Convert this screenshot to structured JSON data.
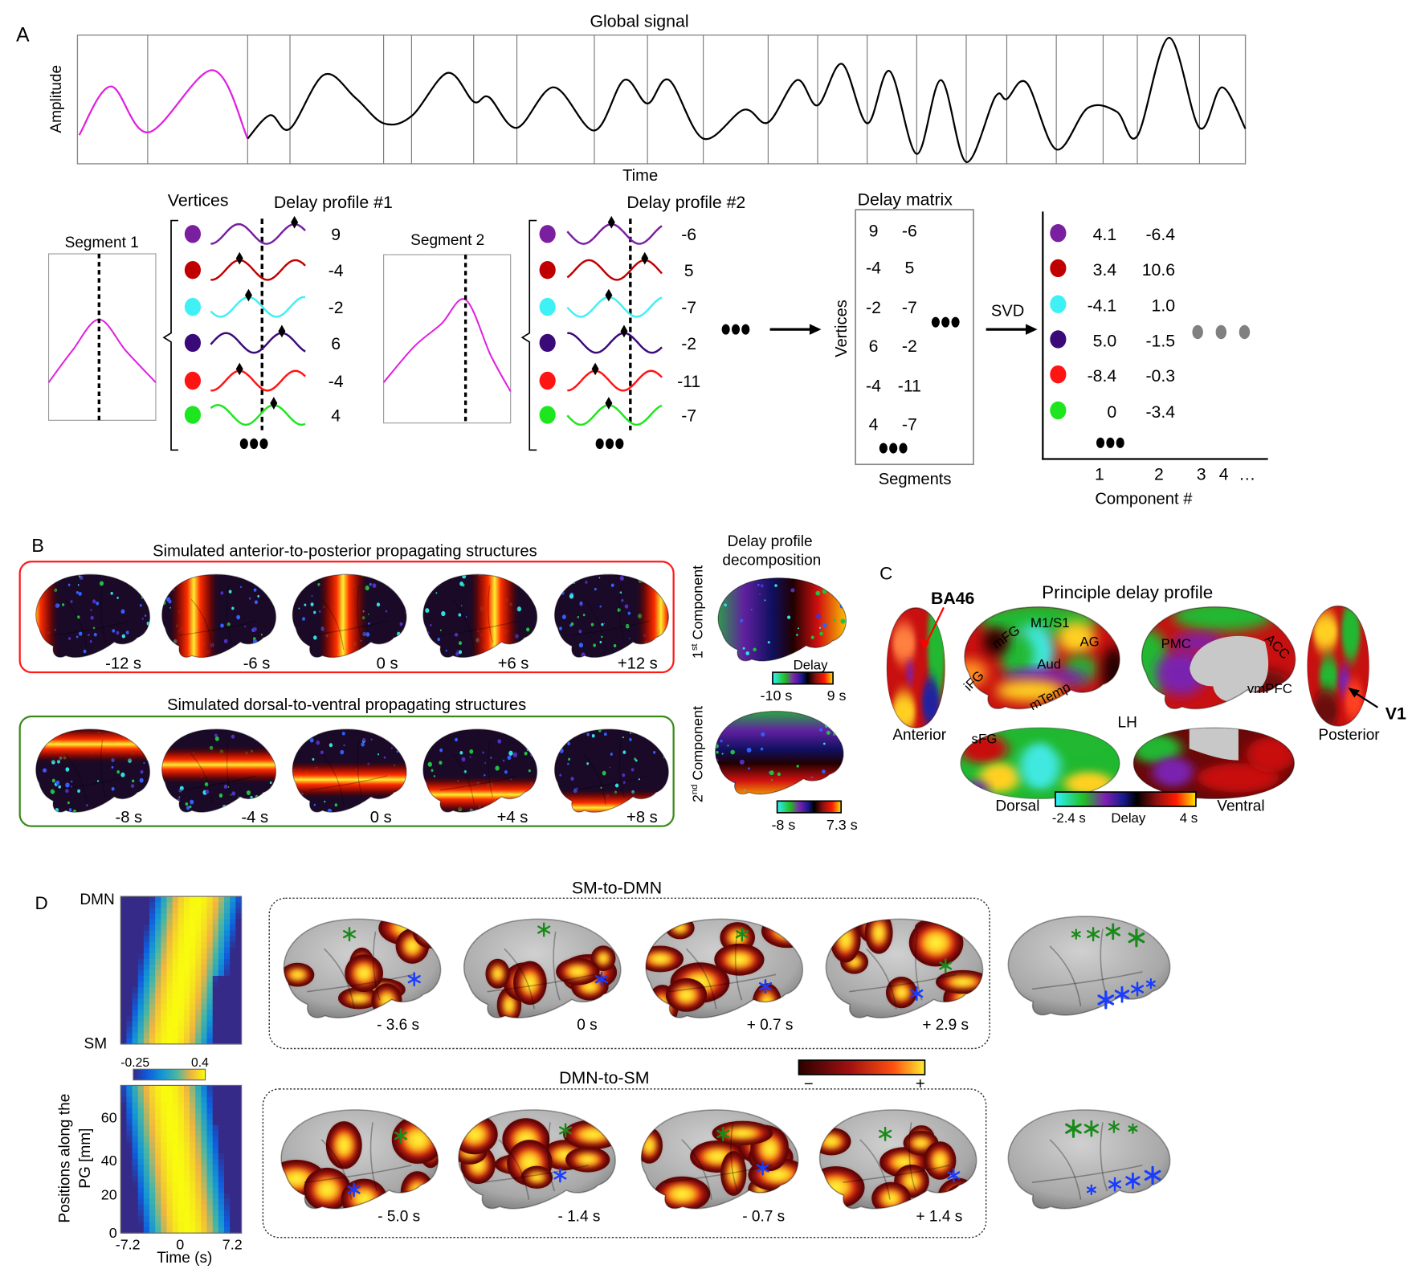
{
  "panel_labels": {
    "a": "A",
    "b": "B",
    "c": "C",
    "d": "D"
  },
  "panel_a": {
    "title": "Global signal",
    "ylabel": "Amplitude",
    "xlabel": "Time",
    "segment1": "Segment 1",
    "segment2": "Segment 2",
    "vertices": "Vertices",
    "profile1": "Delay profile #1",
    "profile2": "Delay profile #2",
    "profile1_values": [
      "9",
      "-4",
      "-2",
      "6",
      "-4",
      "4"
    ],
    "profile2_values": [
      "-6",
      "5",
      "-7",
      "-2",
      "-11",
      "-7"
    ],
    "vertex_colors": [
      "#7a1fa0",
      "#c00000",
      "#3ff0f5",
      "#3a0a78",
      "#ff1414",
      "#1ee61e"
    ],
    "signal_colors": {
      "segment": "#e020e0",
      "rest": "#000000"
    },
    "matrix_title": "Delay matrix",
    "matrix_rows": [
      [
        "9",
        "-6"
      ],
      [
        "-4",
        "5"
      ],
      [
        "-2",
        "-7"
      ],
      [
        "6",
        "-2"
      ],
      [
        "-4",
        "-11"
      ],
      [
        "4",
        "-7"
      ]
    ],
    "matrix_ylabel": "Vertices",
    "matrix_xlabel": "Segments",
    "svd": "SVD",
    "svd_rows": [
      [
        "4.1",
        "-6.4"
      ],
      [
        "3.4",
        "10.6"
      ],
      [
        "-4.1",
        "1.0"
      ],
      [
        "5.0",
        "-1.5"
      ],
      [
        "-8.4",
        "-0.3"
      ],
      [
        "0",
        "-3.4"
      ]
    ],
    "component_ticks": [
      "1",
      "2",
      "3",
      "4",
      "…"
    ],
    "component_label": "Component #"
  },
  "panel_b": {
    "title1": "Simulated anterior-to-posterior propagating structures",
    "times1": [
      "-12 s",
      "-6 s",
      "0 s",
      "+6 s",
      "+12 s"
    ],
    "title2": "Simulated dorsal-to-ventral propagating structures",
    "times2": [
      "-8 s",
      "-4 s",
      "0 s",
      "+4 s",
      "+8 s"
    ],
    "decomp_title": [
      "Delay profile",
      "decomposition"
    ],
    "comp1": {
      "num": "1",
      "sup": "st",
      "text": " Component"
    },
    "comp2": {
      "num": "2",
      "sup": "nd",
      "text": " Component"
    },
    "cb1": {
      "label": "Delay",
      "min": "-10 s",
      "max": "9 s"
    },
    "cb2": {
      "min": "-8 s",
      "max": "7.3 s"
    }
  },
  "panel_c": {
    "title": "Principle delay profile",
    "ba46": "BA46",
    "v1": "V1",
    "anterior": "Anterior",
    "posterior": "Posterior",
    "dorsal": "Dorsal",
    "ventral": "Ventral",
    "hemisphere": "LH",
    "regions_lateral": [
      "mFG",
      "M1/S1",
      "AG",
      "Aud",
      "iFG",
      "mTemp"
    ],
    "regions_medial": [
      "PMC",
      "ACC",
      "vmPFC"
    ],
    "region_dorsal": "sFG",
    "cb": {
      "min": "-2.4 s",
      "label": "Delay",
      "max": "4 s"
    }
  },
  "panel_d": {
    "heat_top": "DMN",
    "heat_bottom": "SM",
    "cb_min": "-0.25",
    "cb_max": "0.4",
    "yticks": [
      "60",
      "40",
      "20",
      "0"
    ],
    "xticks": [
      "-7.2",
      "0",
      "7.2"
    ],
    "xlabel": "Time (s)",
    "ylabel": [
      "Positions along the",
      "PG [mm]"
    ],
    "title1": "SM-to-DMN",
    "times1": [
      "- 3.6 s",
      "0 s",
      "+ 0.7 s",
      "+ 2.9 s"
    ],
    "title2": "DMN-to-SM",
    "times2": [
      "- 5.0 s",
      "- 1.4 s",
      "- 0.7 s",
      "+ 1.4 s"
    ],
    "cb_minus": "−",
    "cb_plus": "+",
    "marker_colors": {
      "dmn": "#1a8a1a",
      "sm": "#1a3cff"
    }
  }
}
